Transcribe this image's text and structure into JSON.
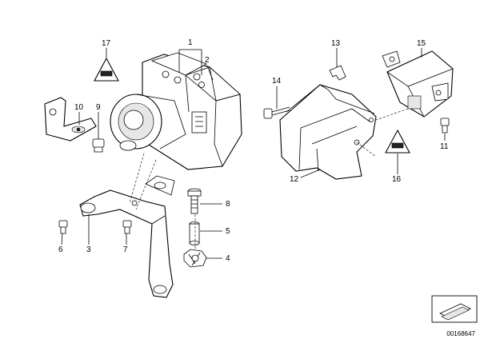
{
  "callouts": [
    {
      "id": "c1",
      "label": "1"
    },
    {
      "id": "c2",
      "label": "2"
    },
    {
      "id": "c3",
      "label": "3"
    },
    {
      "id": "c4",
      "label": "4"
    },
    {
      "id": "c5",
      "label": "5"
    },
    {
      "id": "c6",
      "label": "6"
    },
    {
      "id": "c7",
      "label": "7"
    },
    {
      "id": "c8",
      "label": "8"
    },
    {
      "id": "c9",
      "label": "9"
    },
    {
      "id": "c10",
      "label": "10"
    },
    {
      "id": "c11",
      "label": "11"
    },
    {
      "id": "c12",
      "label": "12"
    },
    {
      "id": "c13",
      "label": "13"
    },
    {
      "id": "c14",
      "label": "14"
    },
    {
      "id": "c15",
      "label": "15"
    },
    {
      "id": "c16",
      "label": "16"
    },
    {
      "id": "c17",
      "label": "17"
    }
  ],
  "footer": {
    "diagram_number": "00168647"
  }
}
